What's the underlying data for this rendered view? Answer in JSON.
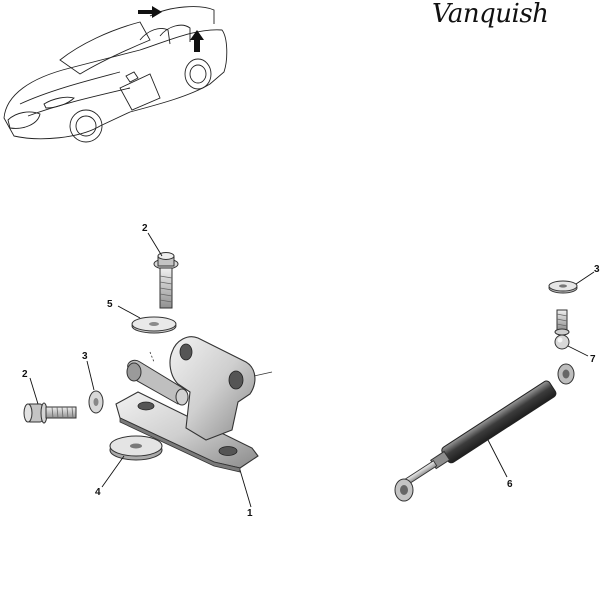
{
  "brand_logo": "Vanquish",
  "callouts": {
    "hinge": "1",
    "bolt_top": "2",
    "bolt_left": "2",
    "washer_small_left": "3",
    "washer_small_right": "3",
    "washer_large_bottom": "4",
    "washer_large_top": "5",
    "gas_strut": "6",
    "ball_stud": "7"
  },
  "colors": {
    "line": "#111111",
    "part_light": "#e6e6e6",
    "part_mid": "#bdbdbd",
    "part_dark": "#7a7a7a",
    "strut_body": "#4a4a4a",
    "arrow": "#111111"
  },
  "icons": {
    "locator_arrows": "arrow-right-icon, arrow-up-icon"
  }
}
